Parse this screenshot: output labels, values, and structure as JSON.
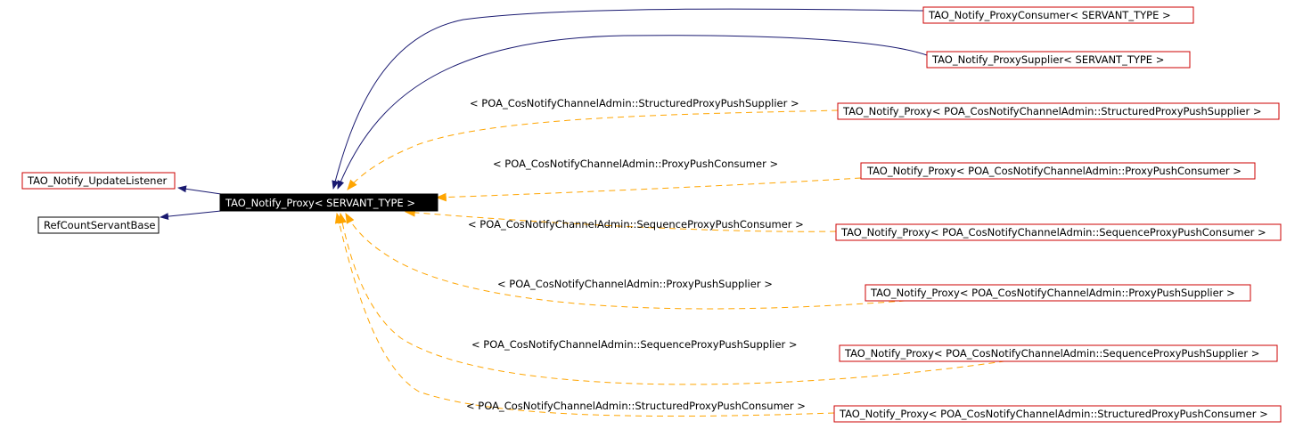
{
  "colors": {
    "inherit_edge": "#191970",
    "template_edge": "#ffa500",
    "box_red": "#cc0000",
    "box_black": "#000000",
    "focus_bg": "#000000",
    "focus_text": "#ffffff"
  },
  "nodes": {
    "focus": "TAO_Notify_Proxy< SERVANT_TYPE >",
    "update_listener": "TAO_Notify_UpdateListener",
    "refcount_servant_base": "RefCountServantBase",
    "proxy_consumer": "TAO_Notify_ProxyConsumer< SERVANT_TYPE >",
    "proxy_supplier": "TAO_Notify_ProxySupplier< SERVANT_TYPE >",
    "structured_push_supplier": "TAO_Notify_Proxy< POA_CosNotifyChannelAdmin::StructuredProxyPushSupplier >",
    "push_consumer": "TAO_Notify_Proxy< POA_CosNotifyChannelAdmin::ProxyPushConsumer >",
    "sequence_push_consumer": "TAO_Notify_Proxy< POA_CosNotifyChannelAdmin::SequenceProxyPushConsumer >",
    "push_supplier": "TAO_Notify_Proxy< POA_CosNotifyChannelAdmin::ProxyPushSupplier >",
    "sequence_push_supplier": "TAO_Notify_Proxy< POA_CosNotifyChannelAdmin::SequenceProxyPushSupplier >",
    "structured_push_consumer": "TAO_Notify_Proxy< POA_CosNotifyChannelAdmin::StructuredProxyPushConsumer >"
  },
  "edge_labels": {
    "structured_push_supplier": "< POA_CosNotifyChannelAdmin::StructuredProxyPushSupplier >",
    "push_consumer": "< POA_CosNotifyChannelAdmin::ProxyPushConsumer >",
    "sequence_push_consumer": "< POA_CosNotifyChannelAdmin::SequenceProxyPushConsumer >",
    "push_supplier": "< POA_CosNotifyChannelAdmin::ProxyPushSupplier >",
    "sequence_push_supplier": "< POA_CosNotifyChannelAdmin::SequenceProxyPushSupplier >",
    "structured_push_consumer": "< POA_CosNotifyChannelAdmin::StructuredProxyPushConsumer >"
  }
}
